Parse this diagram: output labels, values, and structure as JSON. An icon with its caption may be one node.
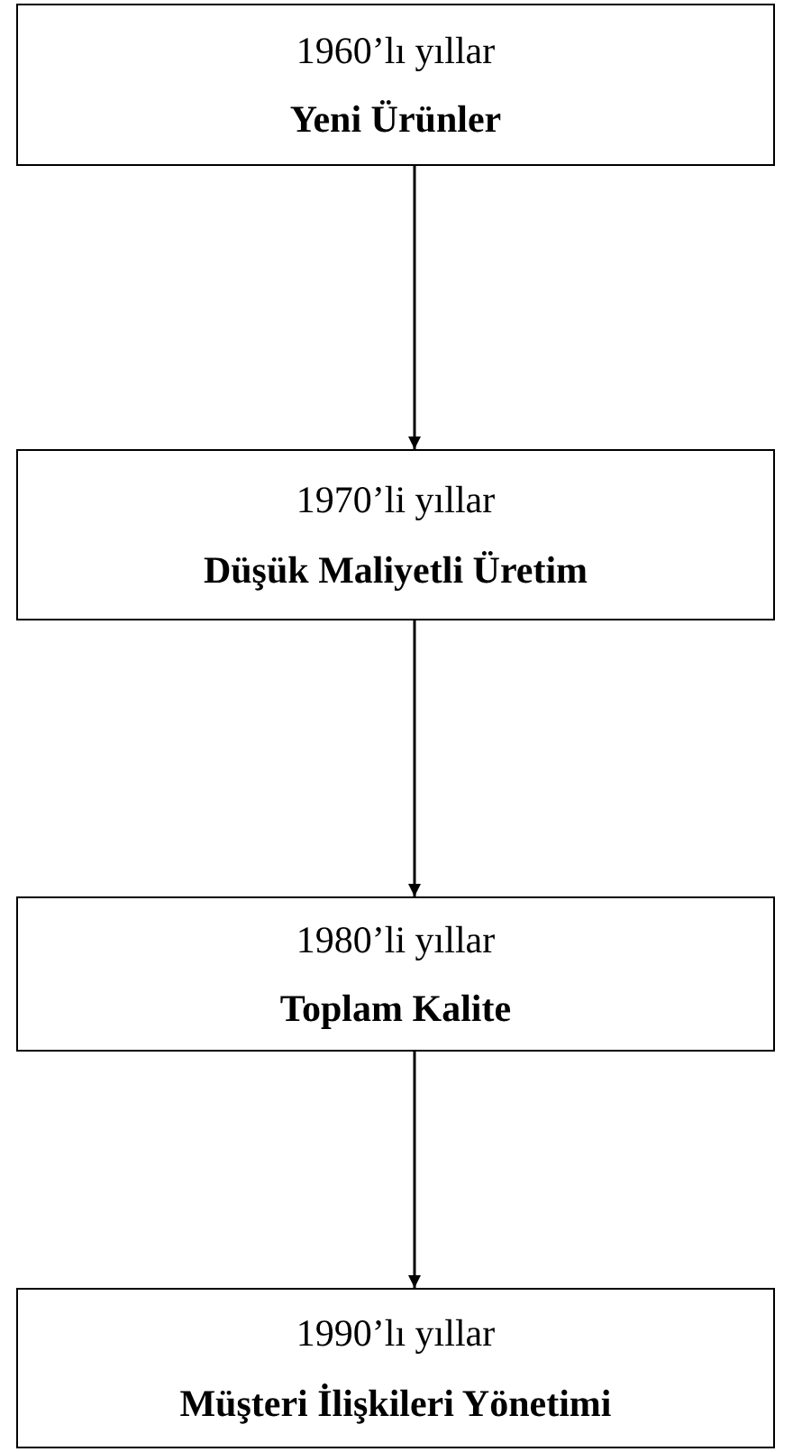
{
  "diagram": {
    "nodes": [
      {
        "text": [
          "1960’lı yıllar",
          "Yeni Ürünler"
        ]
      },
      {
        "text": [
          "1970’li yıllar",
          "Düşük Maliyetli Üretim"
        ]
      },
      {
        "text": [
          "1980’li yıllar",
          "Toplam Kalite"
        ]
      },
      {
        "text": [
          "1990’lı yıllar",
          "Müşteri İlişkileri Yönetimi"
        ]
      }
    ],
    "edges": [
      {
        "from": 0,
        "to": 1,
        "arrow": "to"
      },
      {
        "from": 1,
        "to": 2,
        "arrow": "to"
      },
      {
        "from": 2,
        "to": 3,
        "arrow": "to"
      }
    ]
  }
}
